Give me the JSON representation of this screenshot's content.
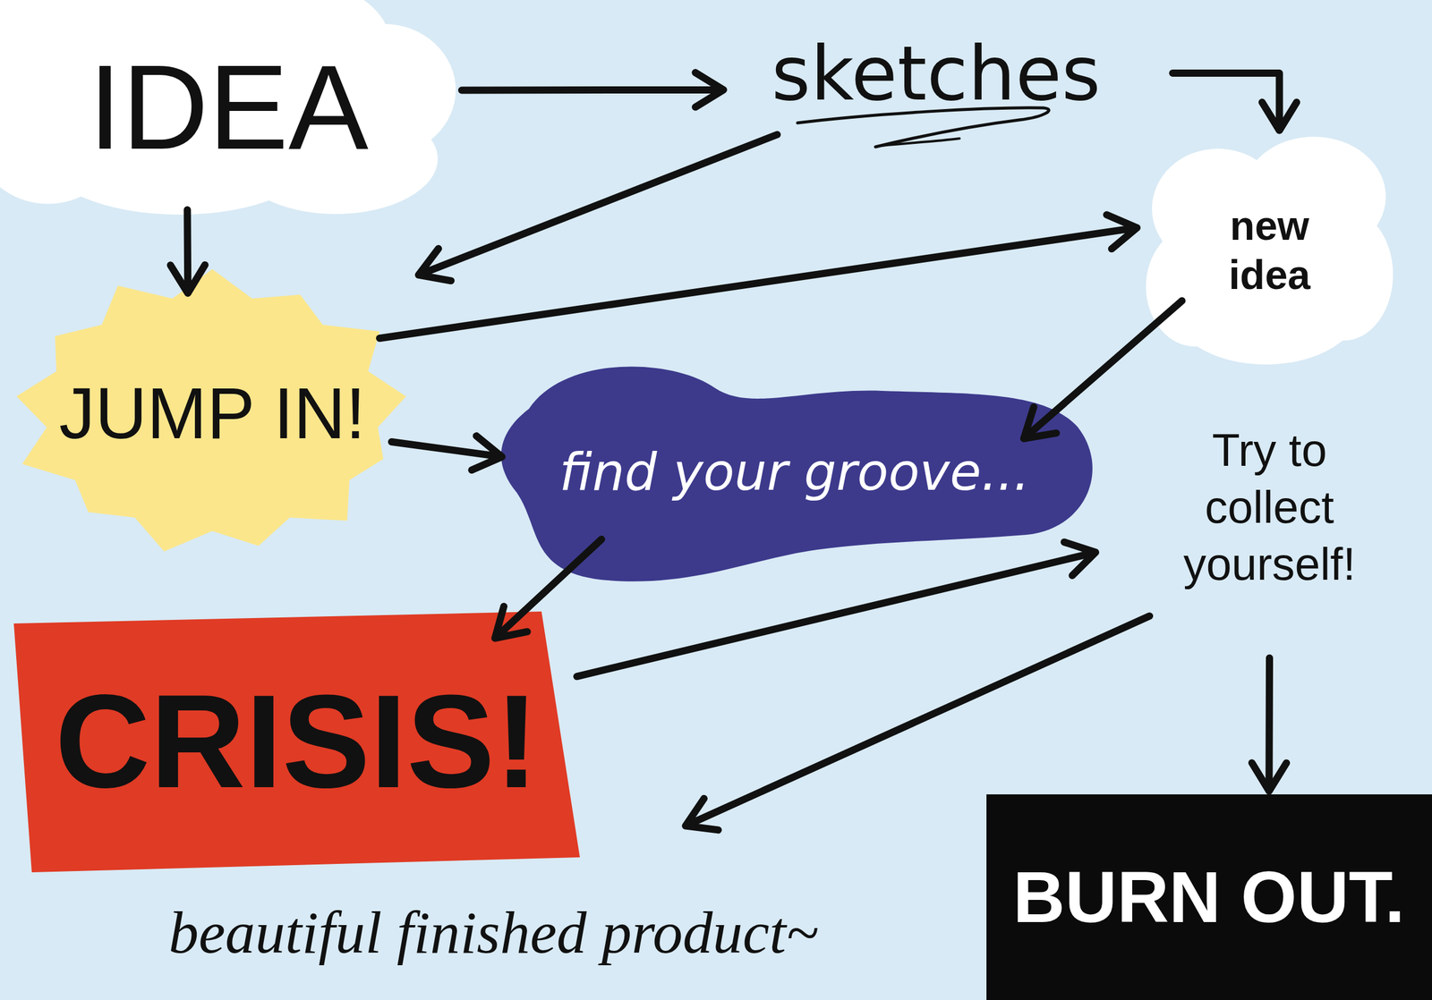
{
  "diagram": {
    "nodes": [
      {
        "text": [
          "IDEA"
        ]
      },
      {
        "text": [
          "sketches"
        ]
      },
      {
        "text": [
          "new idea"
        ]
      },
      {
        "text": [
          "JUMP IN!"
        ]
      },
      {
        "text": [
          "find your groove..."
        ]
      },
      {
        "text": [
          "Try to collect yourself!"
        ]
      },
      {
        "text": [
          "CRISIS!"
        ]
      },
      {
        "text": [
          "beautiful finished product~"
        ]
      },
      {
        "text": [
          "BURN OUT."
        ]
      }
    ],
    "edges": [
      {
        "from": 0,
        "to": 1,
        "arrow": "to"
      },
      {
        "from": 1,
        "to": 2,
        "arrow": "to"
      },
      {
        "from": 1,
        "to": 3,
        "arrow": "to"
      },
      {
        "from": 0,
        "to": 3,
        "arrow": "to"
      },
      {
        "from": 3,
        "to": 2,
        "arrow": "to"
      },
      {
        "from": 2,
        "to": 4,
        "arrow": "to"
      },
      {
        "from": 3,
        "to": 4,
        "arrow": "to"
      },
      {
        "from": 4,
        "to": 6,
        "arrow": "to"
      },
      {
        "from": 6,
        "to": 5,
        "arrow": "to"
      },
      {
        "from": 5,
        "to": 7,
        "arrow": "to"
      },
      {
        "from": 5,
        "to": 8,
        "arrow": "to"
      }
    ]
  }
}
